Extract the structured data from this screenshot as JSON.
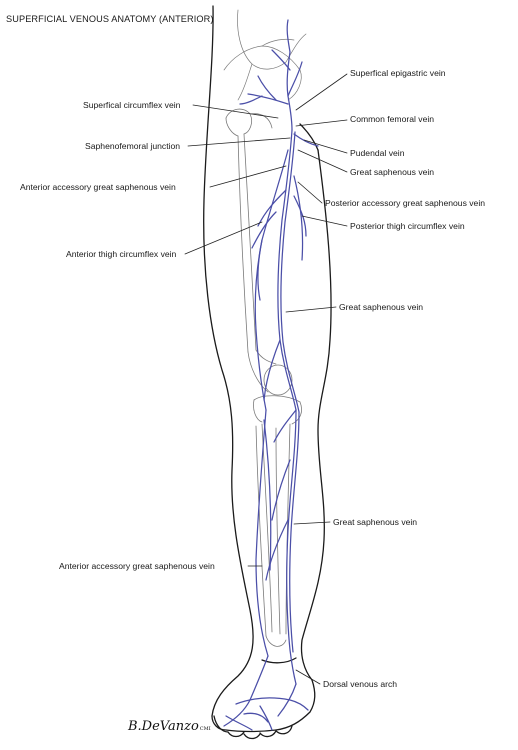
{
  "title": "SUPERFICIAL VENOUS ANATOMY (ANTERIOR)",
  "signature": {
    "name": "B.DeVanzo",
    "suffix": "CMI"
  },
  "colors": {
    "vein": "#4b4fa8",
    "outline": "#1b1b1b",
    "bone": "#7a7a7a",
    "leader": "#222222"
  },
  "labels": [
    {
      "id": "superficial-epigastric-vein",
      "text": "Superfical epigastric vein"
    },
    {
      "id": "superficial-circumflex-vein",
      "text": "Superfical circumflex vein"
    },
    {
      "id": "common-femoral-vein",
      "text": "Common femoral vein"
    },
    {
      "id": "saphenofemoral-junction",
      "text": "Saphenofemoral junction"
    },
    {
      "id": "pudendal-vein",
      "text": "Pudendal vein"
    },
    {
      "id": "great-saphenous-vein-upper",
      "text": "Great saphenous vein"
    },
    {
      "id": "anterior-accessory-gsv-upper",
      "text": "Anterior accessory great saphenous vein"
    },
    {
      "id": "posterior-accessory-gsv",
      "text": "Posterior accessory great saphenous vein"
    },
    {
      "id": "posterior-thigh-circumflex-vein",
      "text": "Posterior thigh circumflex vein"
    },
    {
      "id": "anterior-thigh-circumflex-vein",
      "text": "Anterior thigh circumflex vein"
    },
    {
      "id": "great-saphenous-vein-thigh",
      "text": "Great saphenous vein"
    },
    {
      "id": "great-saphenous-vein-leg",
      "text": "Great saphenous vein"
    },
    {
      "id": "anterior-accessory-gsv-leg",
      "text": "Anterior accessory great saphenous vein"
    },
    {
      "id": "dorsal-venous-arch",
      "text": "Dorsal venous arch"
    }
  ]
}
